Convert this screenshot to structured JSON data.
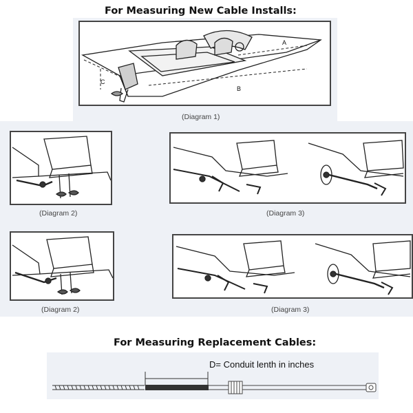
{
  "new_installs": {
    "heading": "For Measuring New Cable Installs:",
    "diagram1": {
      "caption": "(Diagram 1)",
      "labels": {
        "a": "A",
        "b": "B",
        "c": "C"
      }
    },
    "diagram2_top": {
      "caption": "(Diagram 2)"
    },
    "diagram3_top": {
      "caption": "(Diagram 3)"
    },
    "diagram2_bottom": {
      "caption": "(Diagram 2)"
    },
    "diagram3_bottom": {
      "caption": "(Diagram 3)"
    }
  },
  "replacement": {
    "heading": "For Measuring Replacement Cables:",
    "dimension_label": "D= Conduit lenth in inches"
  }
}
